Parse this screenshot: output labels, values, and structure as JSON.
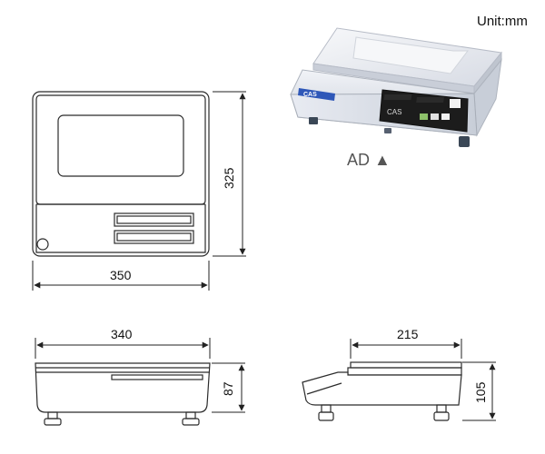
{
  "unit_label": "Unit:mm",
  "product": {
    "caption": "AD ▲",
    "logo_text": "CAS",
    "panel_brand": "CAS"
  },
  "dimensions": {
    "top_width": "350",
    "top_depth": "325",
    "front_width": "340",
    "front_height": "87",
    "side_depth": "215",
    "side_height": "105"
  },
  "colors": {
    "line": "#2b2b2b",
    "panel_dark": "#1c1c1c",
    "platter": "#e7e9ee",
    "body": "#d9dde5",
    "accent_blue": "#2e57b8"
  }
}
